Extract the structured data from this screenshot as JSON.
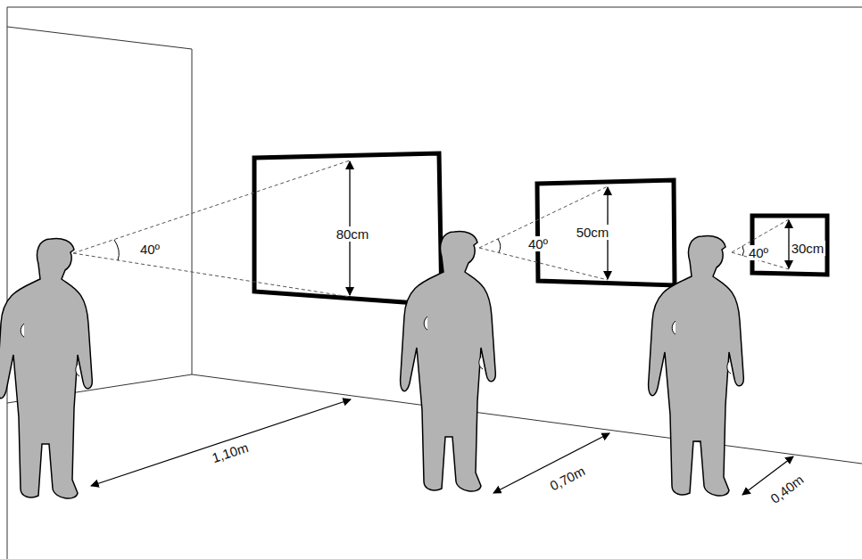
{
  "diagram": {
    "labels": [
      "40º",
      "80cm",
      "40º",
      "50cm",
      "40º",
      "30cm",
      "1,10m",
      "0,70m",
      "0,40m"
    ]
  }
}
